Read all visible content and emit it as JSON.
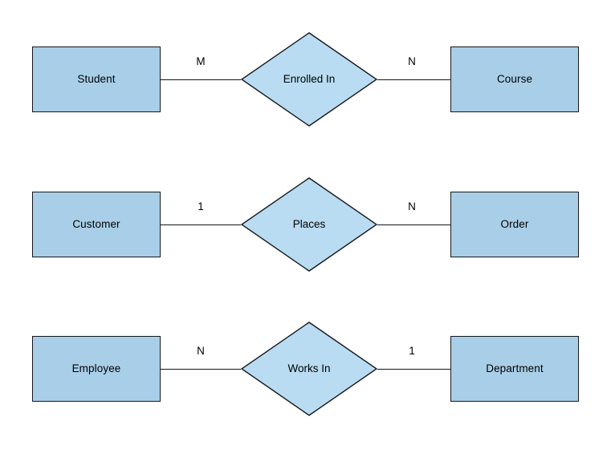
{
  "diagram": {
    "type": "entity-relationship-diagram",
    "background_color": "#ffffff",
    "entity_fill": "#a9cfe8",
    "relationship_fill": "#b9dcf2",
    "stroke_color": "#14181c",
    "rows": [
      {
        "left_entity": "Student",
        "left_cardinality": "M",
        "relationship": "Enrolled In",
        "right_cardinality": "N",
        "right_entity": "Course"
      },
      {
        "left_entity": "Customer",
        "left_cardinality": "1",
        "relationship": "Places",
        "right_cardinality": "N",
        "right_entity": "Order"
      },
      {
        "left_entity": "Employee",
        "left_cardinality": "N",
        "relationship": "Works In",
        "right_cardinality": "1",
        "right_entity": "Department"
      }
    ]
  }
}
